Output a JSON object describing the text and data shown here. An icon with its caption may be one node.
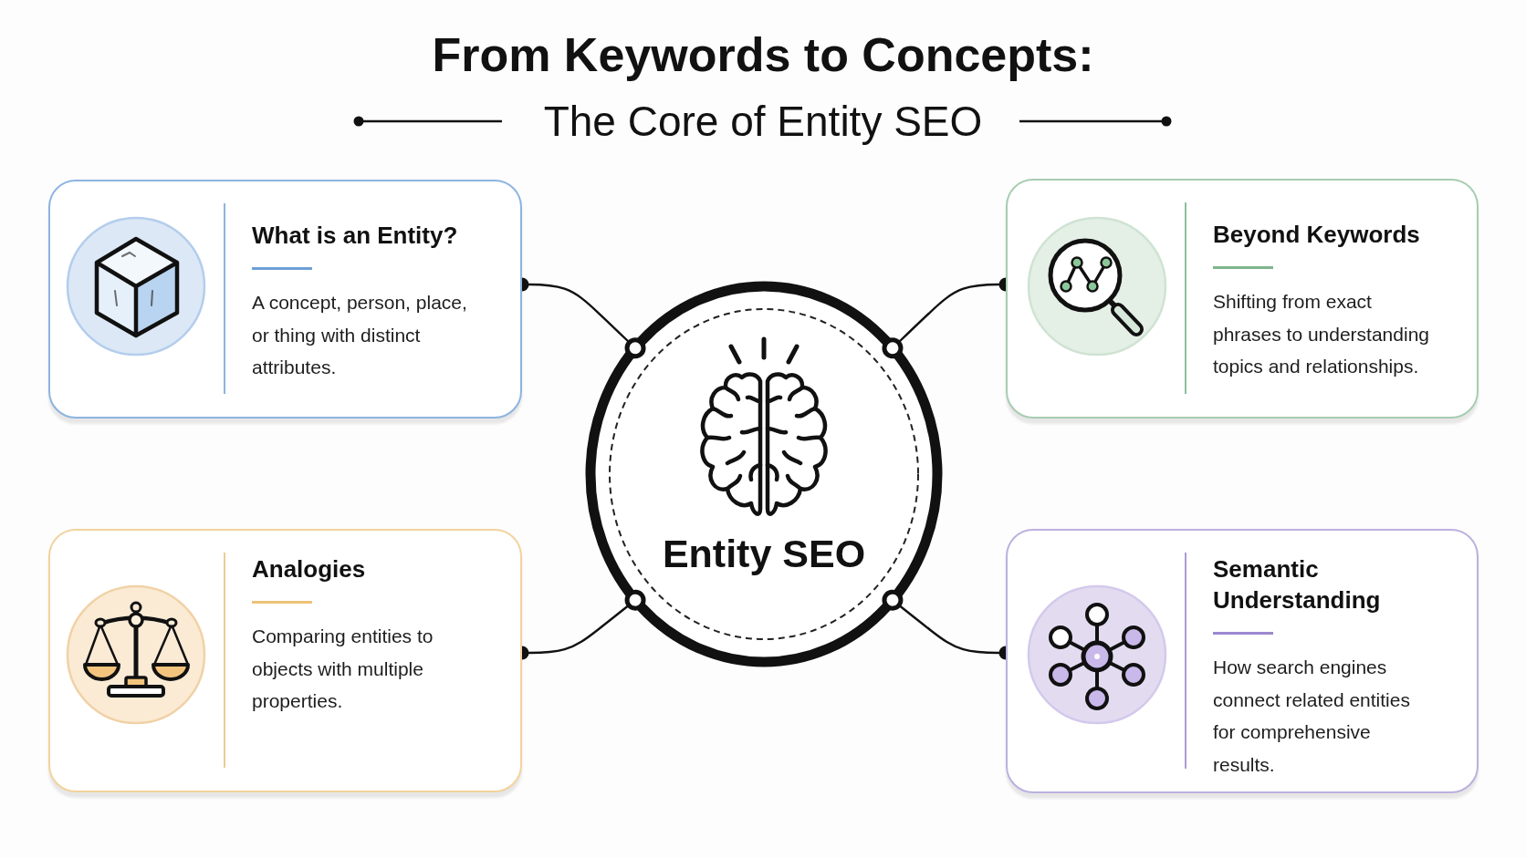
{
  "diagram": {
    "title": "From Keywords to Concepts:",
    "nodes": [
      {
        "text": [
          "What is an Entity?",
          "A concept, person, place, or thing with distinct attributes."
        ]
      },
      {
        "text": [
          "Beyond Keywords",
          "Shifting from exact phrases to understanding topics and relationships."
        ]
      },
      {
        "text": [
          "Entity SEO"
        ]
      },
      {
        "text": [
          "Analogies",
          "Comparing entities to objects with multiple properties."
        ]
      },
      {
        "text": [
          "Semantic Understanding",
          "How search engines connect related entities for comprehensive results."
        ]
      }
    ],
    "edges": [
      {
        "from": 2,
        "to": 0,
        "arrow": "other"
      },
      {
        "from": 2,
        "to": 1,
        "arrow": "other"
      },
      {
        "from": 2,
        "to": 3,
        "arrow": "other"
      },
      {
        "from": 2,
        "to": 4,
        "arrow": "other"
      }
    ],
    "labels": [
      "The Core of Entity SEO"
    ]
  }
}
